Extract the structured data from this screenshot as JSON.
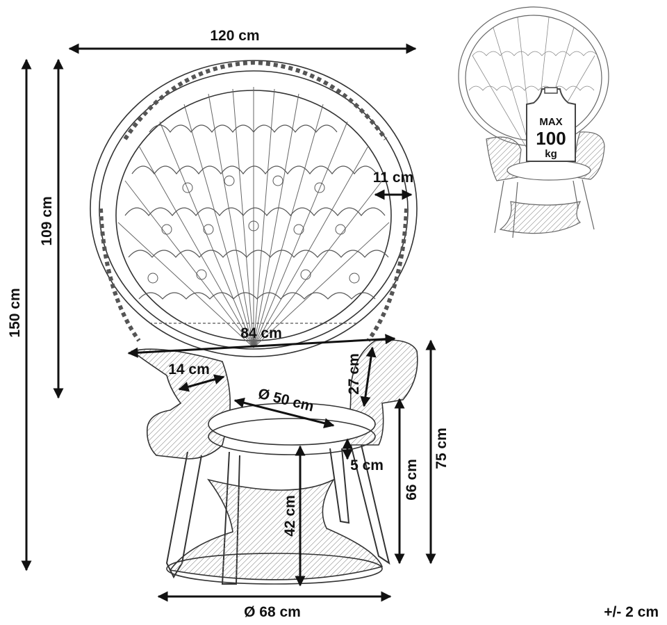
{
  "dimensions": {
    "width": "120 cm",
    "total_height": "150 cm",
    "back_height": "109 cm",
    "frame_thickness": "11 cm",
    "seat_width": "84 cm",
    "armrest_width": "14 cm",
    "armrest_height": "27 cm",
    "seat_diameter": "Ø 50 cm",
    "cushion_thickness": "5 cm",
    "seat_height": "42 cm",
    "seat_top_height": "66 cm",
    "arm_height": "75 cm",
    "base_diameter": "Ø 68 cm"
  },
  "tolerance": "+/- 2 cm",
  "load_badge": {
    "max": "MAX",
    "value": "100",
    "unit": "kg"
  },
  "colors": {
    "ink": "#111111",
    "line": "#333333",
    "background": "#ffffff"
  }
}
